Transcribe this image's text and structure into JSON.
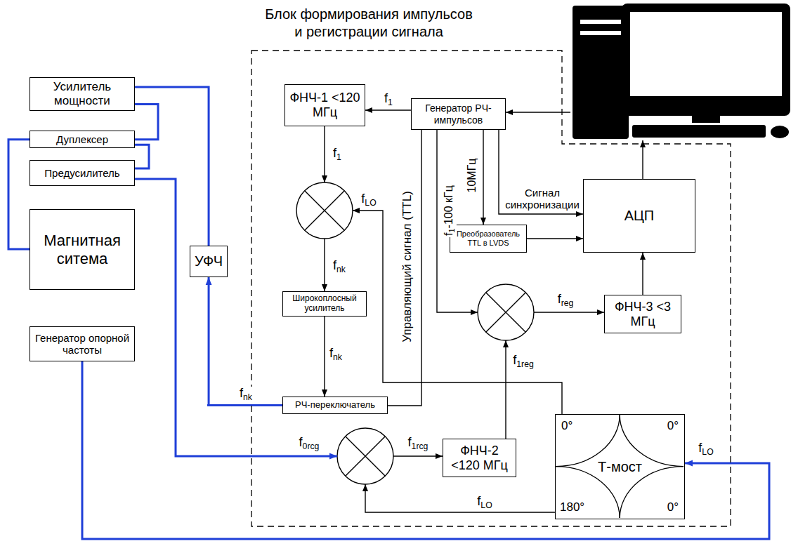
{
  "diagram": {
    "nodes": [
      {
        "text": [
          "Усилитель мощности"
        ]
      },
      {
        "text": [
          "Дуплексер"
        ]
      },
      {
        "text": [
          "Предусилитель"
        ]
      },
      {
        "text": [
          "Магнитная ситема"
        ]
      },
      {
        "text": [
          "Генератор опорной частоты"
        ]
      },
      {
        "text": [
          "УФЧ"
        ]
      },
      {
        "text": [
          "Блок формирования импульсов и регистрации сигнала"
        ]
      },
      {
        "text": [
          "ФНЧ-1 <120 МГц"
        ],
        "in": 6
      },
      {
        "text": [
          "Генератор РЧ-импульсов"
        ],
        "in": 6
      },
      {
        "text": [
          "Широкоплосный усилитель"
        ],
        "in": 6
      },
      {
        "text": [
          "Преобразователь TTL в LVDS"
        ],
        "in": 6
      },
      {
        "text": [
          "АЦП"
        ],
        "in": 6
      },
      {
        "text": [
          "ФНЧ-3 <3 МГц"
        ],
        "in": 6
      },
      {
        "text": [
          "РЧ-переключатель"
        ],
        "in": 6
      },
      {
        "text": [
          "ФНЧ-2 <120 МГц"
        ],
        "in": 6
      },
      {
        "text": [
          "Т-мост",
          "0°",
          "0°",
          "180°",
          "0°"
        ],
        "in": 6
      }
    ],
    "edges": [
      {
        "from": 0,
        "to": 5,
        "arrow": "none"
      },
      {
        "from": 0,
        "to": 1,
        "arrow": "none"
      },
      {
        "from": 1,
        "to": 2,
        "arrow": "none"
      },
      {
        "from": 1,
        "to": 3,
        "arrow": "none"
      },
      {
        "from": 13,
        "to": 5,
        "label": "fnk",
        "arrow": "to"
      },
      {
        "from": 8,
        "to": 7,
        "label": "f1",
        "arrow": "to"
      },
      {
        "from": 9,
        "to": 13,
        "label": "fnk",
        "arrow": "to"
      },
      {
        "from": 8,
        "to": 10,
        "label": "10МГц",
        "arrow": "to"
      },
      {
        "from": 8,
        "to": 11,
        "label": "Сигнал синхронизации",
        "arrow": "to"
      },
      {
        "from": 10,
        "to": 11,
        "arrow": "to"
      },
      {
        "from": 12,
        "to": 11,
        "arrow": "to"
      },
      {
        "from": 8,
        "to": 13,
        "label": "Управляющий сигнал (TTL)",
        "arrow": "none"
      },
      {
        "from": 4,
        "to": 15,
        "label": "fLO",
        "arrow": "to"
      }
    ],
    "labels": [
      "f1",
      "fLO",
      "fnk",
      "f1-100 кГц",
      "freg",
      "f1reg",
      "f0rcg",
      "f1rcg",
      "fLO"
    ]
  }
}
